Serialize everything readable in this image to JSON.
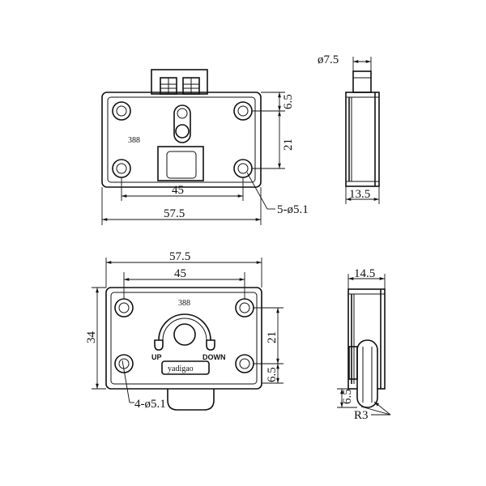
{
  "top_front": {
    "model": "388",
    "dim_width_outer": "57.5",
    "dim_hole_spacing_x": "45",
    "dim_hole_spacing_y": "21",
    "dim_top_offset": "6.5",
    "hole_callout": "5-ø5.1"
  },
  "top_side": {
    "dim_pin_diameter": "ø7.5",
    "dim_depth": "13.5"
  },
  "bottom_front": {
    "model": "388",
    "brand": "yadigao",
    "label_up": "UP",
    "label_down": "DOWN",
    "dim_width_outer": "57.5",
    "dim_hole_spacing_x": "45",
    "dim_height": "34",
    "dim_hole_spacing_y": "21",
    "dim_bottom_offset": "6.5",
    "hole_callout": "4-ø5.1"
  },
  "bottom_side": {
    "dim_depth": "14.5",
    "dim_wheel_offset": "6.5",
    "dim_radius": "R3"
  }
}
